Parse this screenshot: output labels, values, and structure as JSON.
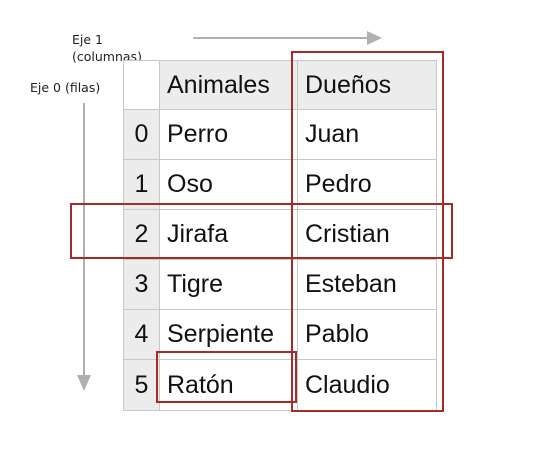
{
  "axis_labels": {
    "axis1_line1": "Eje 1",
    "axis1_line2": "(columnas)",
    "axis0": "Eje 0 (filas)"
  },
  "table": {
    "columns": [
      "Animales",
      "Dueños"
    ],
    "index": [
      "0",
      "1",
      "2",
      "3",
      "4",
      "5"
    ],
    "rows": [
      [
        "Perro",
        "Juan"
      ],
      [
        "Oso",
        "Pedro"
      ],
      [
        "Jirafa",
        "Cristian"
      ],
      [
        "Tigre",
        "Esteban"
      ],
      [
        "Serpiente",
        "Pablo"
      ],
      [
        "Ratón",
        "Claudio"
      ]
    ]
  },
  "highlights": {
    "color": "#a52a2a",
    "column": "Dueños",
    "row": "2",
    "cell": "Ratón"
  },
  "arrow_color": "#b0b0b0"
}
